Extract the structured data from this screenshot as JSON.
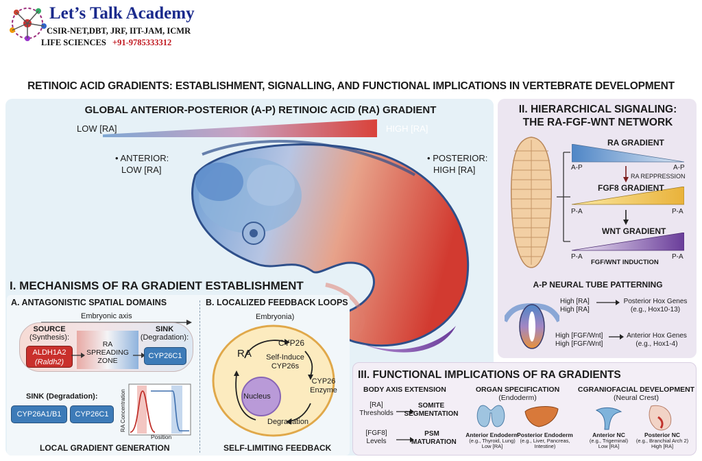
{
  "logo": {
    "name": "Let’s Talk Academy",
    "line1": "CSIR-NET,DBT, JRF, IIT-JAM, ICMR",
    "line2": "LIFE SCIENCES",
    "phone": "+91-9785333312"
  },
  "title": "RETINOIC ACID GRADIENTS: ESTABLISHMENT, SIGNALLING, AND FUNCTIONAL IMPLICATIONS IN VERTEBRATE DEVELOPMENT",
  "global": {
    "heading": "GLOBAL ANTERIOR-POSTERIOR (A-P) RETINOIC ACID (RA) GRADIENT",
    "low": "LOW [RA]",
    "high": "HIGH [RA]",
    "anterior_l1": "ANTERIOR:",
    "anterior_l2": "LOW [RA]",
    "posterior_l1": "POSTERIOR:",
    "posterior_l2": "HIGH [RA]"
  },
  "section1": {
    "heading": "I. MECHANISMS OF RA GRADIENT ESTABLISHMENT",
    "a_heading": "A. ANTAGONISTIC SPATIAL DOMAINS",
    "axis": "Embryonic axis",
    "source_l1": "SOURCE",
    "source_l2": "(Synthesis):",
    "source_box_l1": "ALDH1A2",
    "source_box_l2": "(Raldh2)",
    "zone_l1": "RA",
    "zone_l2": "SPREADING",
    "zone_l3": "ZONE",
    "sink_l1": "SINK",
    "sink_l2": "(Degradation):",
    "sink_box": "CYP26C1",
    "sink2_label": "SINK (Degradation):",
    "sink2_box1": "CYP26A1/B1",
    "sink2_box2": "CYP26C1",
    "graph_y": "RA Concentration",
    "graph_x": "Position",
    "footer_a": "LOCAL GRADIENT GENERATION",
    "b_heading": "B. LOCALIZED FEEDBACK LOOPS",
    "b_sub": "Embryonia)",
    "ra": "RA",
    "cyp26": "CYP26",
    "self_l1": "Self-Induce",
    "self_l2": "CYP26s",
    "enzyme_l1": "CYP26",
    "enzyme_l2": "Enzyme",
    "nucleus": "Nucleus",
    "degradation": "Degradation",
    "footer_b": "SELF-LIMITING FEEDBACK"
  },
  "section2": {
    "heading_l1": "II. HIERARCHICAL SIGNALING:",
    "heading_l2": "THE RA-FGF-WNT NETWORK",
    "ra_gradient": "RA GRADIENT",
    "ap_left": "A-P",
    "ap_right": "A-P",
    "repression": "RA REPPRESSION",
    "fgf8": "FGF8 GRADIENT",
    "pa_left": "P-A",
    "pa_right": "P-A",
    "wnt": "WNT GRADIENT",
    "pa2_left": "P-A",
    "pa2_right": "P-A",
    "induction": "FGF/WNT INDUCTION",
    "neural_heading": "A-P NEURAL TUBE PATTERNING",
    "high_ra_1": "High [RA]",
    "high_ra_2": "High [RA]",
    "posterior_hox_l1": "Posterior Hox Genes",
    "posterior_hox_l2": "(e.g., Hox10-13)",
    "high_fgf_1": "High [FGF/Wnt]",
    "high_fgf_2": "High [FGF/Wnt]",
    "anterior_hox_l1": "Anterior Hox Genes",
    "anterior_hox_l2": "(e.g., Hox1-4)"
  },
  "section3": {
    "heading": "III. FUNCTIONAL IMPLICATIONS OF RA GRADIENTS",
    "body_heading": "BODY AXIS EXTENSION",
    "ra_thr_l1": "[RA]",
    "ra_thr_l2": "Thresholds",
    "somite_l1": "SOMITE",
    "somite_l2": "SEGMENTATION",
    "fgf_l1": "[FGF8]",
    "fgf_l2": "Levels",
    "psm_l1": "PSM",
    "psm_l2": "MATURATION",
    "organ_heading": "ORGAN SPECIFICATION",
    "organ_sub": "(Endoderm)",
    "ant_endo": "Anterior Endoderm",
    "ant_endo_l2": "(e.g., Thyroid, Lung)",
    "ant_endo_l3": "Low [RA]",
    "post_endo": "Posterior Endoderm",
    "post_endo_l2": "(e.g., Liver, Pancreas,",
    "post_endo_l3": "Intestine)",
    "cranio_heading": "CGRANIOFACIAL DEVELOPMENT",
    "cranio_sub": "(Neural Crest)",
    "ant_nc": "Anterior NC",
    "ant_nc_l2": "(e.g., Trigeminal)",
    "ant_nc_l3": "Low [RA]",
    "post_nc": "Posterior NC",
    "post_nc_l2": "(e.g., Branchial Arch 2)",
    "post_nc_l3": "High [RA]"
  },
  "colors": {
    "blue": "#3d7bb8",
    "red": "#c9302c",
    "purple": "#6a3d9a",
    "panel_blue": "#e6f1f7",
    "panel_lavender": "#ece6f1"
  }
}
